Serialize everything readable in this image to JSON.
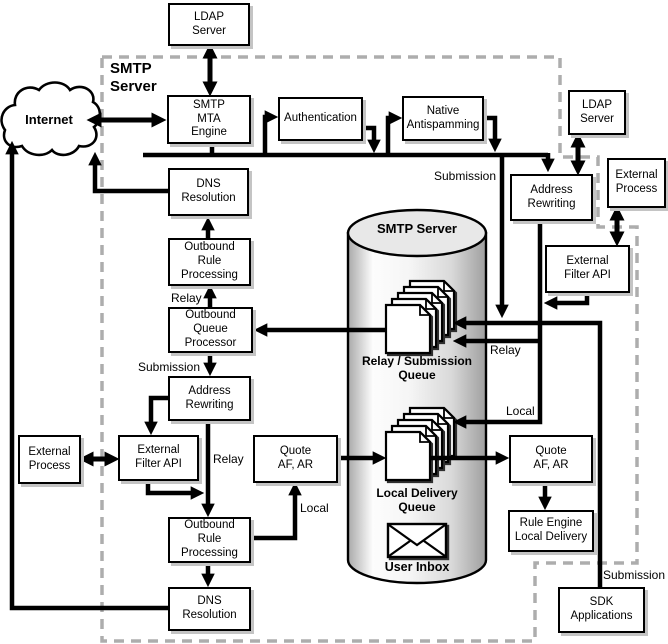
{
  "region": {
    "label": "SMTP\nServer"
  },
  "cloud": {
    "label": "Internet"
  },
  "cylinder": {
    "title": "SMTP Server",
    "relay_queue": "Relay / Submission\nQueue",
    "local_queue": "Local Delivery\nQueue",
    "inbox": "User Inbox"
  },
  "boxes": {
    "ldap_top": {
      "label": "LDAP\nServer"
    },
    "smtp_mta": {
      "label": "SMTP\nMTA\nEngine"
    },
    "authentication": {
      "label": "Authentication"
    },
    "native_antispam": {
      "label": "Native\nAntispamming"
    },
    "ldap_right": {
      "label": "LDAP\nServer"
    },
    "ext_process_right": {
      "label": "External\nProcess"
    },
    "addr_rewrite_right": {
      "label": "Address\nRewriting"
    },
    "dns_top": {
      "label": "DNS\nResolution"
    },
    "ext_filter_right": {
      "label": "External\nFilter API"
    },
    "orp_top": {
      "label": "Outbound\nRule\nProcessing"
    },
    "oqp": {
      "label": "Outbound\nQueue\nProcessor"
    },
    "addr_rewrite_left": {
      "label": "Address\nRewriting"
    },
    "ext_process_left": {
      "label": "External\nProcess"
    },
    "ext_filter_left": {
      "label": "External\nFilter API"
    },
    "quote_center": {
      "label": "Quote\nAF, AR"
    },
    "quote_right": {
      "label": "Quote\nAF, AR"
    },
    "rule_engine": {
      "label": "Rule Engine\nLocal Delivery"
    },
    "orp_bottom": {
      "label": "Outbound\nRule\nProcessing"
    },
    "dns_bottom": {
      "label": "DNS\nResolution"
    },
    "sdk_apps": {
      "label": "SDK\nApplications"
    }
  },
  "edge_labels": {
    "submission_top": "Submission",
    "relay_mid": "Relay",
    "local_mid": "Local",
    "relay_left_upper": "Relay",
    "submission_left": "Submission",
    "relay_left_lower": "Relay",
    "local_center": "Local",
    "submission_bottom_right": "Submission"
  },
  "colors": {
    "line": "#000000",
    "dashed_boundary": "#adadad",
    "box_shadow": "#c4c4c4",
    "cylinder_top_fill": "#e8e8e8"
  }
}
